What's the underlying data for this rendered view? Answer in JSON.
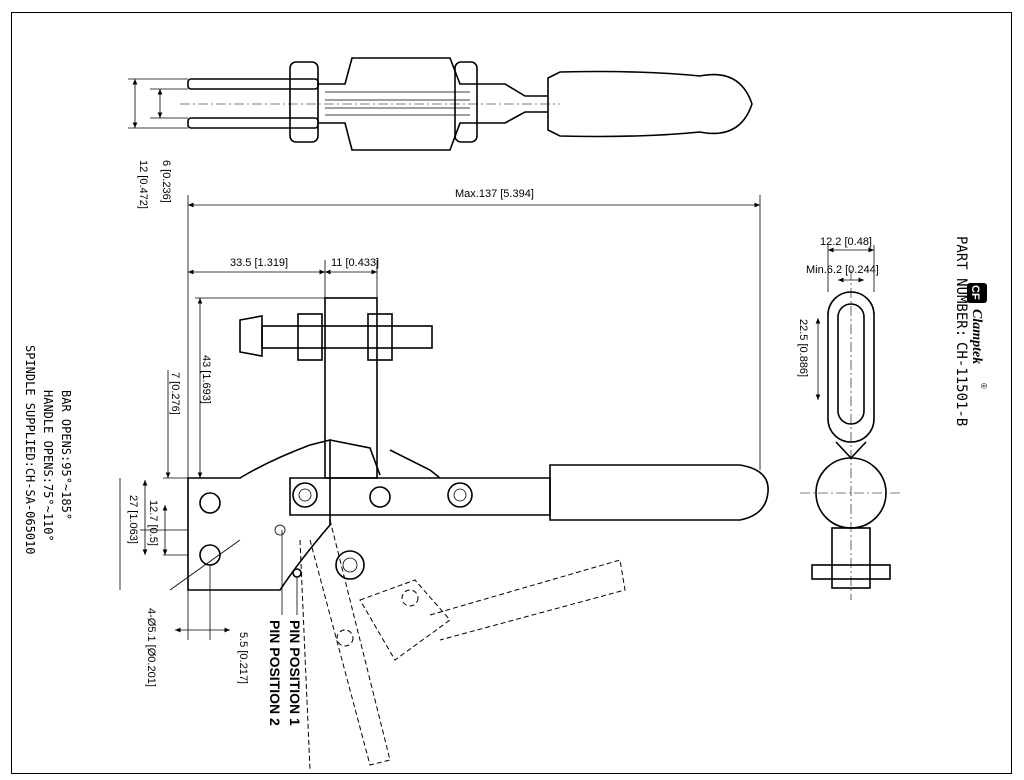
{
  "brand": {
    "name": "Clamptek",
    "registered": "®",
    "logo_text": "CF"
  },
  "part_number": {
    "label": "PART NUMBER:",
    "value": "CH-11501-B"
  },
  "notes": [
    "BAR OPENS:95°~185°",
    "HANDLE OPENS:75°~110°",
    "SPINDLE SUPPLIED:CH-SA-065010"
  ],
  "pin_labels": [
    "PIN POSITION 1",
    "PIN POSITION 2"
  ],
  "dimensions": {
    "max_length": "Max.137 [5.394]",
    "d_33_5": "33.5 [1.319]",
    "d_11": "11 [0.433]",
    "d_43": "43 [1.693]",
    "d_7": "7 [0.276]",
    "d_27": "27 [1.063]",
    "d_12_7": "12.7 [0.5]",
    "d_hole": "4-Ø5.1 [Ø0.201]",
    "d_5_5": "5.5 [0.217]",
    "d_6": "6 [0.236]",
    "d_12": "12 [0.472]",
    "d_12_2": "12.2 [0.48]",
    "d_min_6_2": "Min.6.2 [0.244]",
    "d_22_5": "22.5 [0.886]"
  }
}
